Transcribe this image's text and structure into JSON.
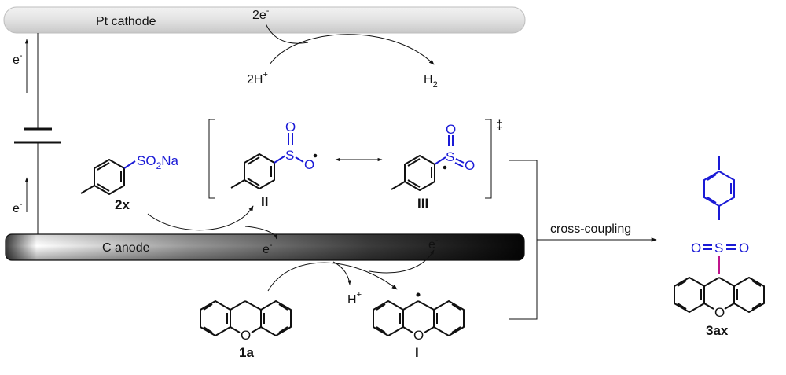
{
  "electrodes": {
    "cathode_label": "Pt cathode",
    "anode_label": "C anode"
  },
  "circuit": {
    "electron_top": "e",
    "electron_bottom": "e",
    "minus": "-"
  },
  "cathode_reaction": {
    "electrons": "2e",
    "protons": "2H",
    "plus": "+",
    "product": "H",
    "product_sub": "2"
  },
  "reagents": {
    "sulfinate_group": "SO",
    "sulfinate_sub": "2",
    "sulfinate_na": "Na",
    "sulfinate_id": "2x",
    "xanthene_id": "1a",
    "xanthene_o": "O"
  },
  "intermediates": {
    "radical_ii_s": "S",
    "radical_ii_o1": "O",
    "radical_ii_o2": "O",
    "radical_ii_id": "II",
    "radical_iii_s": "S",
    "radical_iii_o1": "O",
    "radical_iii_o2": "O",
    "radical_iii_id": "III",
    "bracket_symbol": "‡",
    "xanthyl_o": "O",
    "xanthyl_id": "I"
  },
  "anode_events": {
    "e_first": "e",
    "e_second": "e",
    "proton": "H",
    "plus": "+"
  },
  "product": {
    "step_label": "cross-coupling",
    "s": "S",
    "o_left": "O",
    "o_right": "O",
    "ring_o": "O",
    "id": "3ax"
  },
  "colors": {
    "sulfonyl_blue": "#1a1ad6",
    "new_bond_magenta": "#c0148c"
  }
}
